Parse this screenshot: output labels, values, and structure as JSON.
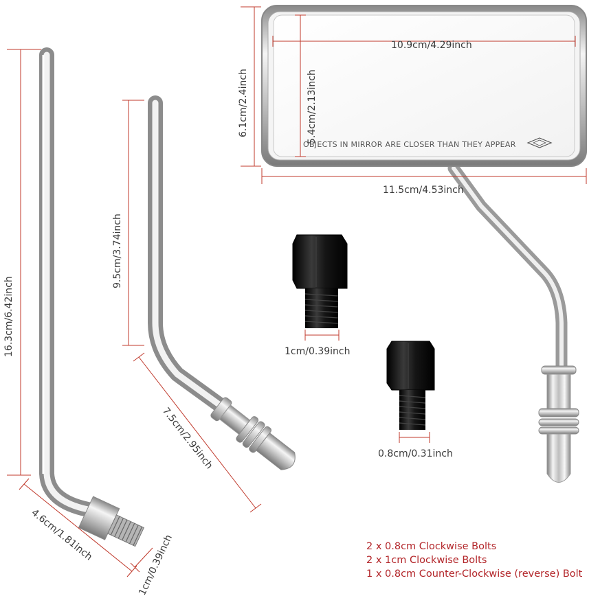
{
  "product": {
    "mirror_text": "OBJECTS IN MIRROR ARE CLOSER THAN THEY APPEAR"
  },
  "dimensions": {
    "mirror_glass_width": "10.9cm/4.29inch",
    "mirror_glass_height": "5.4cm/2.13inch",
    "mirror_housing_height": "6.1cm/2.4inch",
    "mirror_housing_width": "11.5cm/4.53inch",
    "long_stem_height": "16.3cm/6.42inch",
    "long_stem_bend": "4.6cm/1.81inch",
    "long_stem_thread": "1cm/0.39inch",
    "short_stem_height": "9.5cm/3.74inch",
    "short_stem_lower": "7.5cm/2.95inch",
    "bolt_large": "1cm/0.39inch",
    "bolt_small": "0.8cm/0.31inch"
  },
  "bolts_note": [
    "2 x 0.8cm Clockwise Bolts",
    "2 x 1cm Clockwise Bolts",
    "1 x 0.8cm Counter-Clockwise (reverse) Bolt"
  ],
  "colors": {
    "dimension_line": "#c0392b",
    "note_text": "#b3262a",
    "chrome": "#c8c8c8",
    "bolt": "#1a1a1a"
  }
}
